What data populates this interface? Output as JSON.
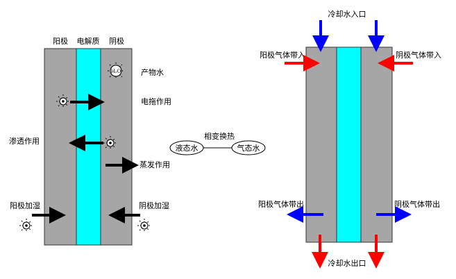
{
  "left_cell": {
    "anode_label": "阳极",
    "electrolyte_label": "电解质",
    "cathode_label": "阴极",
    "product_water_label": "产物水",
    "electro_drag_label": "电拖作用",
    "osmosis_label": "渗透作用",
    "evaporation_label": "蒸发作用",
    "anode_humidify_label": "阳极加湿",
    "cathode_humidify_label": "阴极加湿",
    "water_symbol": "H₂O"
  },
  "phase_change": {
    "title": "相变换热",
    "liquid_label": "液态水",
    "gas_label": "气态水"
  },
  "right_cell": {
    "coolant_in_label": "冷却水入口",
    "coolant_out_label": "冷却水出口",
    "anode_gas_in_label": "阳极气体带入",
    "cathode_gas_in_label": "阴极气体带入",
    "anode_gas_out_label": "阳极气体带出",
    "cathode_gas_out_label": "阴极气体带出"
  },
  "colors": {
    "electrode": "#a6a6a6",
    "membrane": "#00ffff",
    "arrow_black": "#000000",
    "arrow_red": "#ff0000",
    "arrow_blue": "#0000ff"
  }
}
